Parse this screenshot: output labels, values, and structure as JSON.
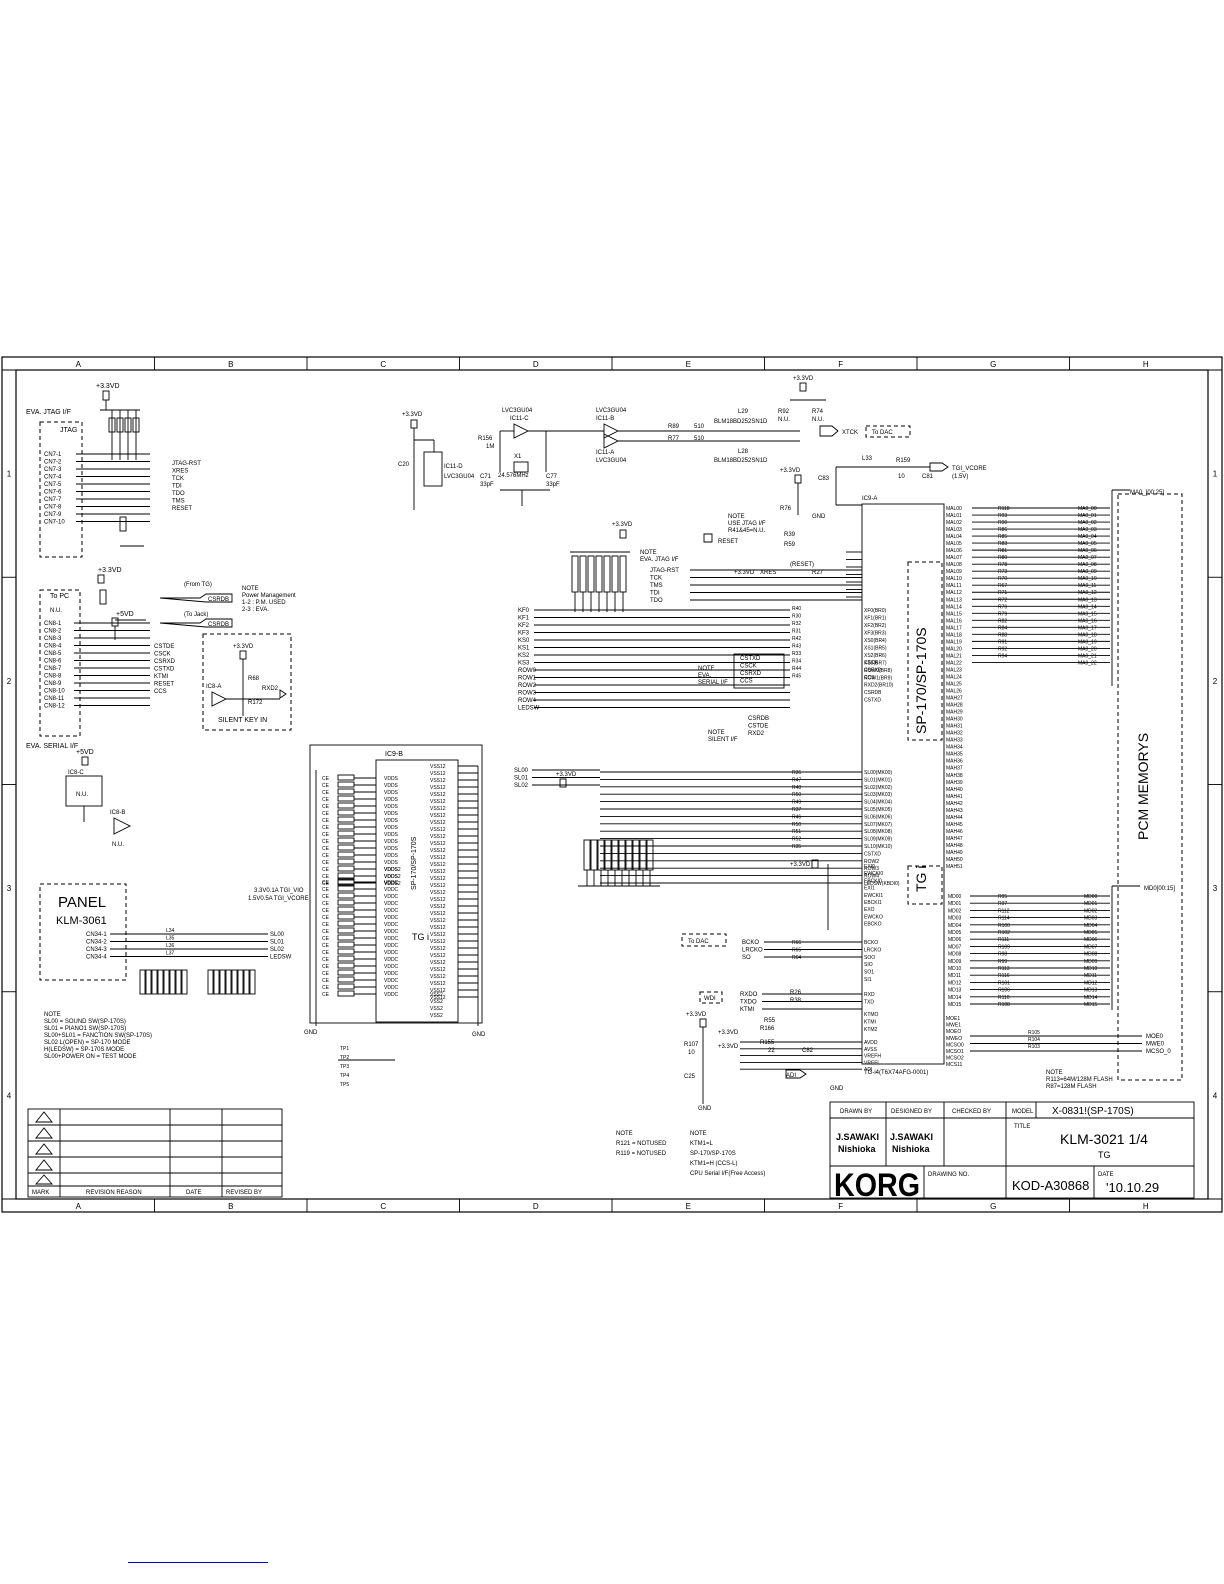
{
  "columns": [
    "A",
    "B",
    "C",
    "D",
    "E",
    "F",
    "G",
    "H"
  ],
  "rows": [
    "1",
    "2",
    "3",
    "4"
  ],
  "blocks": {
    "eva_jtag": "EVA. JTAG I/F",
    "jtag_conn": "JTAG",
    "jtag_pins": [
      "CN7-1",
      "CN7-2",
      "CN7-3",
      "CN7-4",
      "CN7-5",
      "CN7-6",
      "CN7-7",
      "CN7-8",
      "CN7-9",
      "CN7-10"
    ],
    "jtag_signals": [
      "JTAG-RST",
      "XRES",
      "TCK",
      "TDI",
      "TDO",
      "TMS",
      "RESET"
    ],
    "power_33": "+3.3VD",
    "power_5": "+5VD",
    "gnd": "GND",
    "to_pc": "To PC",
    "nu": "N.U.",
    "ser_pins": [
      "CN8-1",
      "CN8-2",
      "CN8-3",
      "CN8-4",
      "CN8-5",
      "CN8-6",
      "CN8-7",
      "CN8-8",
      "CN8-9",
      "CN8-10",
      "CN8-11",
      "CN8-12"
    ],
    "ser_signals": [
      "CSTDE",
      "CSCK",
      "CSRXD",
      "CSTXD",
      "KTMI",
      "RESET",
      "CCS"
    ],
    "eva_serial": "EVA. SERIAL I/F",
    "from_tg": "(From TG)",
    "to_jack": "(To Jack)",
    "csrdb": "CSRDB",
    "note_pm": [
      "NOTE",
      "Power Management",
      "1-2 : P.M. USED",
      "2-3 : EVA."
    ],
    "silent_key": "SILENT KEY IN",
    "r68": "R68",
    "r172": "R172",
    "rxd2": "RXD2",
    "ic8a": "IC8-A",
    "ic8b": "IC8-B",
    "ic8c": "IC8-C",
    "panel_title": "PANEL",
    "panel_board": "KLM-3061",
    "panel_pins": [
      "CN34-1",
      "CN34-2",
      "CN34-3",
      "CN34-4"
    ],
    "panel_signals": [
      "SL00",
      "SL01",
      "SL02",
      "LEDSW"
    ],
    "panel_l": [
      "L34",
      "L35",
      "L36",
      "L37"
    ],
    "note_sl": [
      "NOTE",
      "SL00 = SOUND SW(SP-170S)",
      "SL01 = PIANO1 SW(SP-170S)",
      "SL00+SL01 = FANCTION SW(SP-170S)",
      "SL02 L(OPEN) = SP-170 MODE",
      "H(LEDSW) = SP-170S MODE",
      "SL00+POWER ON = TEST MODE"
    ],
    "ic9b": "IC9-B",
    "ic9b_name": "SP-170/SP-170S",
    "tg1": "TG i",
    "vdds": "VDDS",
    "vss12": "VSS12",
    "vddc": "VDDC",
    "vss2": "VSS2",
    "vdds2": "VDDS2",
    "tgi_vio": "3.3V0.1A  TGI_VIO",
    "tgi_vcore_in": "1.5V0.5A TGI_VCORE",
    "ce": "CE",
    "tp_labels": [
      "TP1",
      "TP2",
      "TP3",
      "TP4",
      "TP5"
    ],
    "ic11d": "IC11-D",
    "lvc": "LVC3GU04",
    "c20": "C20",
    "osc_ic11c": "IC11-C",
    "osc_ic11b": "IC11-B",
    "osc_ic11a": "IC11-A",
    "x1": "X1",
    "xtal": "24.576MHz",
    "c71": "C71",
    "c77": "C77",
    "cap33": "33pF",
    "r156": "R156",
    "r156v": "1M",
    "l29": "L29",
    "l28": "L28",
    "bead": "BLM18BD252SN1D",
    "r89": "R89",
    "r77": "R77",
    "ohm510": "510",
    "xtck": "XTCK",
    "to_dac": "To DAC",
    "r92": "R92",
    "r74": "R74",
    "l33": "L33",
    "r159": "R159",
    "r159v": "10",
    "c81": "C81",
    "c83": "C83",
    "tgi_vcore": "TGI_VCORE",
    "tgi_vcore_v": "(1.5V)",
    "ic9a": "IC9-A",
    "jtag_note": [
      "NOTE",
      "EVA. JTAG I/F"
    ],
    "use_jtag": [
      "NOTE",
      "USE JTAG I/F",
      "R41&45=N.U."
    ],
    "r39": "R39",
    "r59": "R59",
    "r27": "R27",
    "reset_label": "(RESET)",
    "ohm22": "22",
    "tdi_tdo": [
      "JTAG-RST",
      "TCK",
      "TMS",
      "TDI",
      "TDO"
    ],
    "kf": [
      "KF0",
      "KF1",
      "KF2",
      "KF3",
      "KS0",
      "KS1",
      "KS2",
      "KS3",
      "ROW0",
      "ROW1",
      "ROW2",
      "ROW3",
      "ROW4",
      "LEDSW"
    ],
    "kf_pins": [
      "XF0(BR0)",
      "XF1(BR1)",
      "XF2(BR2)",
      "XF3(BR3)",
      "XS0(BR4)",
      "XS1(BR5)",
      "XS2(BR6)",
      "XS3(BR7)",
      "ROW0(BR8)",
      "ROW1(BR9)"
    ],
    "kf_res": [
      "R40",
      "R30",
      "R32",
      "R31",
      "R42",
      "R43",
      "R33",
      "R34",
      "R44",
      "R45"
    ],
    "serial_note": [
      "NOTE",
      "EVA.",
      "SERIAL I/F"
    ],
    "serial_sig": [
      "CSTXD",
      "CSCK",
      "CSRXD",
      "CCS"
    ],
    "serial_pins": [
      "CSCK",
      "CSRXD",
      "CCS",
      "RXD2(BR10)",
      "CSRDB",
      "CSTXD"
    ],
    "silent_note": [
      "NOTE",
      "SILENT I/F"
    ],
    "csrdb_cstde": [
      "CSRDB",
      "CSTDE",
      "RXD2"
    ],
    "sl_in": [
      "SL00",
      "SL01",
      "SL02"
    ],
    "sl_pins": [
      "SL00(MK00)",
      "SL01(MK01)",
      "SL02(MK02)",
      "SL03(MK03)",
      "SL04(MK04)",
      "SL05(MK05)",
      "SL06(MK06)",
      "SL07(MK07)",
      "SL08(MK08)",
      "SL09(MK09)",
      "SL10(MK10)",
      "CSTXD",
      "ROW2",
      "ROW3",
      "ROW4",
      "LEDSW(KBDI0)"
    ],
    "sl_res": [
      "R36",
      "R47",
      "R48",
      "R50",
      "R49",
      "R37",
      "R46",
      "R50",
      "R51",
      "R52",
      "R35"
    ],
    "ext_pins": [
      "EXI0",
      "EWCKI0",
      "EBCKI0",
      "EXI1",
      "EWCKI1",
      "EBCKI1",
      "EXO",
      "EWCKO",
      "EBCKO"
    ],
    "dac_sig": [
      "BCKO",
      "LRCKO",
      "SO"
    ],
    "dac_pins": [
      "BCKO",
      "LRCKO",
      "SOO",
      "SIO",
      "SO1",
      "SI1"
    ],
    "dac_res": [
      "R66",
      "R65",
      "R64"
    ],
    "wdi": "WDI",
    "rxd_sig": [
      "RXDO",
      "TXDO",
      "KTMI"
    ],
    "rxd_pins": [
      "RXD",
      "TXD"
    ],
    "ktm_pins": [
      "KTMO",
      "KTMI",
      "KTM2"
    ],
    "r26": "R26",
    "r38": "R38",
    "r55": "R55",
    "r166": "R166",
    "r155": "R155",
    "r107": "R107",
    "c25": "C25",
    "c82": "C82",
    "avdd": [
      "AVDD",
      "AVSS",
      "VREFH",
      "VREFL",
      "ADI"
    ],
    "adi": "ADI",
    "tg_part": "TG-i4(T6X74AFG-0001)",
    "sp_vertical": "SP-170/SP-170S",
    "tg_vertical": "TG i",
    "mal_pins": [
      "MAL00",
      "MAL01",
      "MAL02",
      "MAL03",
      "MAL04",
      "MAL05",
      "MAL06",
      "MAL07",
      "MAL08",
      "MAL09",
      "MAL10",
      "MAL11",
      "MAL12",
      "MAL13",
      "MAL14",
      "MAL15",
      "MAL16",
      "MAL17",
      "MAL18",
      "MAL19",
      "MAL20",
      "MAL21",
      "MAL22",
      "MAL23",
      "MAL24",
      "MAL25",
      "MAL26",
      "MAH27",
      "MAH28",
      "MAH29",
      "MAH30",
      "MAH31",
      "MAH32",
      "MAH33",
      "MAH34",
      "MAH35",
      "MAH36",
      "MAH37",
      "MAH38",
      "MAH39",
      "MAH40",
      "MAH41",
      "MAH42",
      "MAH43",
      "MAH44",
      "MAH45",
      "MAH46",
      "MAH47",
      "MAH48",
      "MAH49",
      "MAH50",
      "MAH51"
    ],
    "ma_res": [
      "R118",
      "R93",
      "R90",
      "R86",
      "R85",
      "R83",
      "R81",
      "R80",
      "R78",
      "R73",
      "R70",
      "R67",
      "R71",
      "R72",
      "R76",
      "R79",
      "R82",
      "R84",
      "R88",
      "R91",
      "R92",
      "R94"
    ],
    "ma_out": [
      "MA0_00",
      "MA0_01",
      "MA0_02",
      "MA0_03",
      "MA0_04",
      "MA0_05",
      "MA0_06",
      "MA0_07",
      "MA0_08",
      "MA0_09",
      "MA0_10",
      "MA0_11",
      "MA0_12",
      "MA0_13",
      "MA0_14",
      "MA0_15",
      "MA0_16",
      "MA0_17",
      "MA0_18",
      "MA0_19",
      "MA0_20",
      "MA0_21",
      "MA0_22"
    ],
    "ma_bus": "MA0_[00:25]",
    "md_pins": [
      "MD00",
      "MD01",
      "MD02",
      "MD03",
      "MD04",
      "MD05",
      "MD06",
      "MD07",
      "MD08",
      "MD09",
      "MD10",
      "MD11",
      "MD12",
      "MD13",
      "MD14",
      "MD15"
    ],
    "md_res": [
      "R95",
      "R97",
      "R112",
      "R114",
      "R100",
      "R102",
      "R111",
      "R109",
      "R98",
      "R99",
      "R113",
      "R116",
      "R101",
      "R106",
      "R110",
      "R108"
    ],
    "md_out": [
      "MD00",
      "MD01",
      "MD02",
      "MD03",
      "MD04",
      "MD05",
      "MD06",
      "MD07",
      "MD08",
      "MD09",
      "MD10",
      "MD11",
      "MD12",
      "MD13",
      "MD14",
      "MD15"
    ],
    "md_bus": "MD0[00:15]",
    "mem_ctrl": [
      "MOE0",
      "MWE0",
      "MCSO_0"
    ],
    "mem_pins": [
      "MOE1",
      "MWE1",
      "MOEO",
      "MWEO",
      "MCSO0",
      "MCSO1",
      "MCSO2",
      "MCS11"
    ],
    "mem_res": [
      "R105",
      "R104",
      "R103"
    ],
    "mem_note": [
      "NOTE",
      "R113=64M/128M FLASH",
      "R87=128M FLASH"
    ],
    "pcm_memorys": "PCM MEMORYS",
    "bottom_note1": [
      "NOTE",
      "R121 = NOTUSED",
      "R119 = NOTUSED"
    ],
    "bottom_note2": [
      "NOTE",
      "KTM1=L",
      "SP-170/SP-170S",
      "KTM1=H (CCS-L)",
      "CPU Serial I/F(Free Access)"
    ]
  },
  "revision": {
    "mark": "MARK",
    "reason": "REVISION REASON",
    "date": "DATE",
    "revised_by": "REVISED BY"
  },
  "title_block": {
    "drawn_by": "DRAWN BY",
    "designed_by": "DESIGNED BY",
    "checked_by": "CHECKED BY",
    "model_label": "MODEL",
    "model": "X-0831!(SP-170S)",
    "title_label": "TITLE",
    "title": "KLM-3021 1/4",
    "subtitle": "TG",
    "drawn_name1": "J.SAWAKI",
    "drawn_name2": "Nishioka",
    "designed_name1": "J.SAWAKI",
    "designed_name2": "Nishioka",
    "logo": "KORG",
    "drawing_no_label": "DRAWING NO.",
    "drawing_no": "KOD-A30868",
    "date_label": "DATE",
    "date": "'10.10.29"
  },
  "colors": {
    "ink": "#000000",
    "paper": "#ffffff",
    "link": "#0000cc"
  }
}
